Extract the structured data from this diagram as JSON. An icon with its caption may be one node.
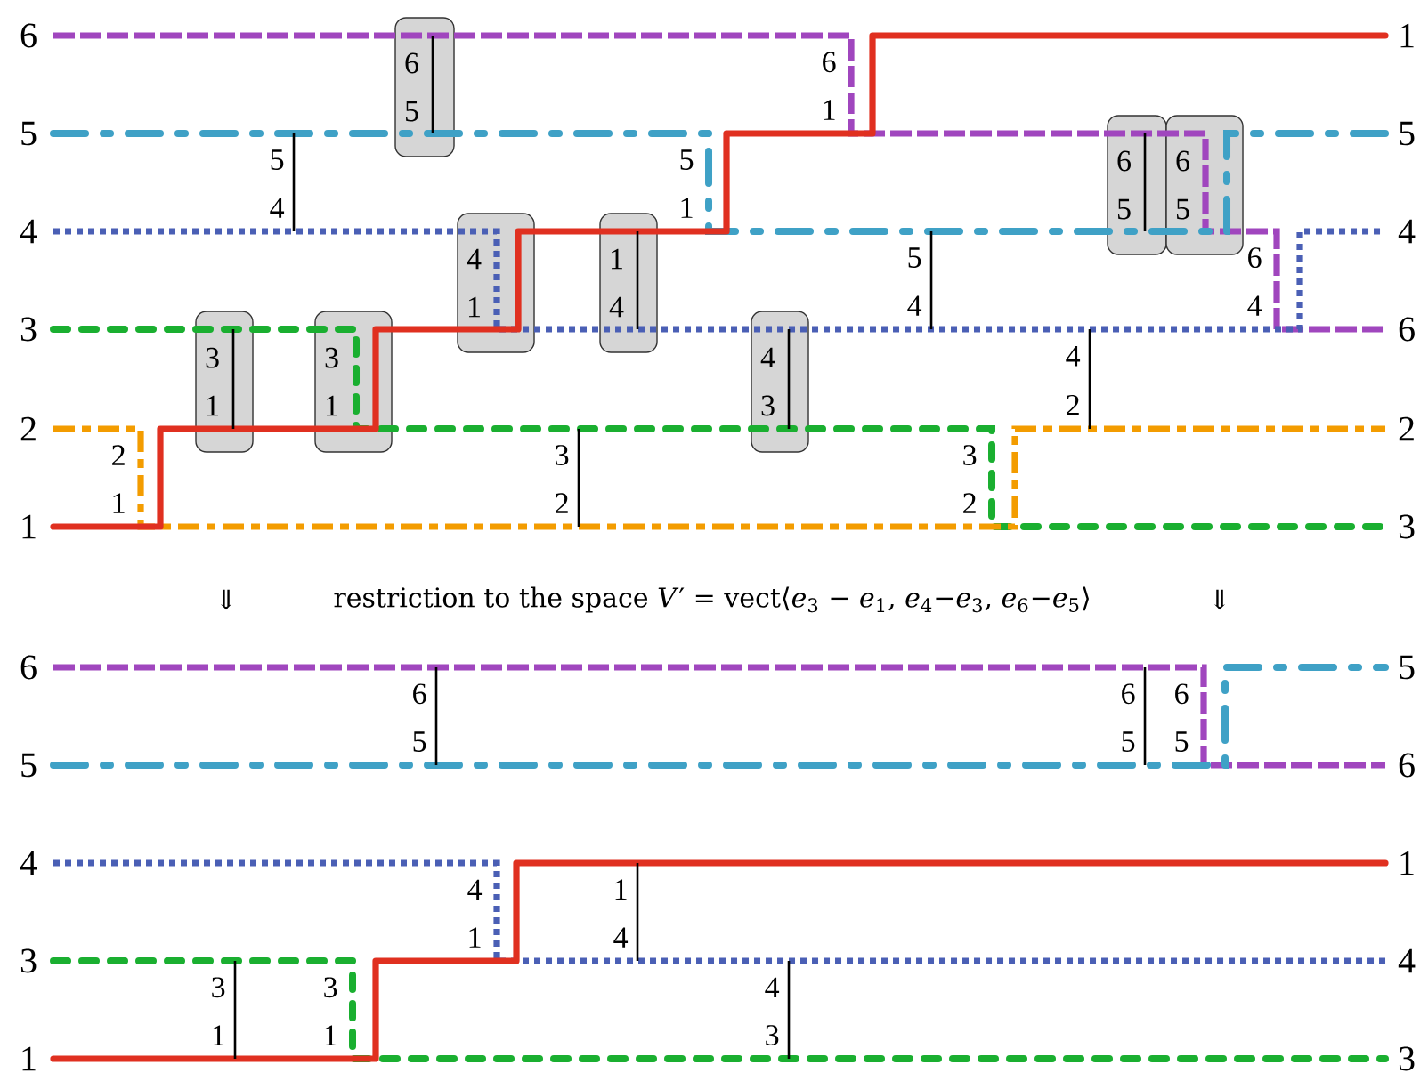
{
  "diagram": {
    "nodes": [
      {
        "text": [
          "6",
          "5"
        ]
      },
      {
        "text": [
          "6",
          "5"
        ]
      },
      {
        "text": [
          "6",
          "5"
        ]
      },
      {
        "text": [
          "4",
          "1"
        ]
      },
      {
        "text": [
          "1",
          "4"
        ]
      },
      {
        "text": [
          "3",
          "1"
        ]
      },
      {
        "text": [
          "3",
          "1"
        ]
      },
      {
        "text": [
          "4",
          "3"
        ]
      }
    ],
    "labels": [
      "6",
      "5",
      "4",
      "3",
      "2",
      "1",
      "1",
      "5",
      "4",
      "6",
      "2",
      "3",
      "6",
      "1",
      "5",
      "4",
      "5",
      "1",
      "5",
      "4",
      "6",
      "4",
      "4",
      "2",
      "2",
      "1",
      "3",
      "2",
      "3",
      "2",
      "⇓",
      "restriction to the space *V*′ = vect⟨*e*$_{3}$ − *e*$_{1}$, *e*$_{4}$−*e*$_{3}$, *e*$_{6}$−*e*$_{5}$⟩",
      "⇓",
      "6",
      "5",
      "4",
      "3",
      "1",
      "5",
      "6",
      "1",
      "4",
      "3",
      "6",
      "5",
      "6",
      "5",
      "6",
      "5",
      "4",
      "1",
      "1",
      "4",
      "3",
      "1",
      "3",
      "1",
      "4",
      "3"
    ]
  }
}
